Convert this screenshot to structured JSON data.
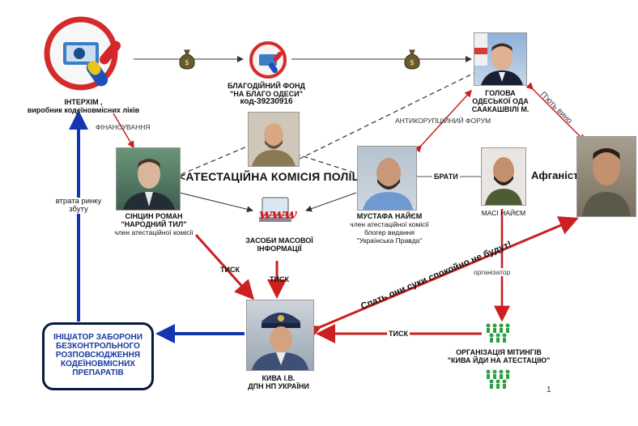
{
  "nodes": {
    "interchem": {
      "line1": "ІНТЕРХІМ ,",
      "line2": "виробник кодеїновмісних ліків"
    },
    "fund": {
      "line1": "БЛАГОДІЙНИЙ ФОНД",
      "line2": "\"НА БЛАГО ОДЕСИ\"",
      "line3": "код-39230916"
    },
    "governor": {
      "line1": "ГОЛОВА",
      "line2": "ОДЕСЬКОЇ ОДА",
      "line3": "СААКАШВІЛІ М."
    },
    "sinitsyn": {
      "line1": "СІНЦИН РОМАН",
      "line2": "\"НАРОДНИЙ ТИЛ\"",
      "line3": "член атестаційної комісії"
    },
    "commission": {
      "label": "<АТЕСТАЦІЙНА КОМІСІЯ ПОЛІЦІЇ>"
    },
    "media": {
      "www": "www",
      "line1": "ЗАСОБИ МАСОВОЇ",
      "line2": "ІНФОРМАЦІЇ"
    },
    "mustafa": {
      "line1": "МУСТАФА НАЙЄМ",
      "line2": "член атестаційної комісії",
      "line3": "блогер видання",
      "line4": "\"Українська Правда\""
    },
    "masi": {
      "line1": "МАСІ НАЙЄМ"
    },
    "afghanistan": {
      "label": "Афганістан"
    },
    "kiva": {
      "line1": "КИВА І.В.",
      "line2": "ДПН НП УКРАЇНИ"
    },
    "rallies": {
      "line1": "ОРГАНІЗАЦІЯ МІТИНГІВ",
      "line2": "\"КИВА ЙДИ НА АТЕСТАЦІЮ\""
    },
    "initiator": {
      "line1": "ІНІЦІАТОР ЗАБОРОНИ",
      "line2": "БЕЗКОНТРОЛЬНОГО",
      "line3": "РОЗПОВСЮДЖЕННЯ",
      "line4": "КОДЕЇНОВМІСНИХ",
      "line5": "ПРЕПАРАТІВ"
    }
  },
  "edge_labels": {
    "financing": "ФІНАНСУВАННЯ",
    "anticorruption": "АНТИКОРУПЦІЙНИЙ ФОРУМ",
    "drinking": "П'ють вино",
    "brothers": "БРАТИ",
    "market_loss1": "втрата ринку",
    "market_loss2": "збуту",
    "pressure1": "ТИСК",
    "pressure2": "ТИСК",
    "pressure3": "ТИСК",
    "organizer": "організатор",
    "threat": "Спать они суки спокойно не будут!"
  },
  "page_number": "1",
  "colors": {
    "red": "#cc1f1f",
    "blue": "#1535b0",
    "dark": "#333333",
    "box_border": "#0a1a3a"
  }
}
